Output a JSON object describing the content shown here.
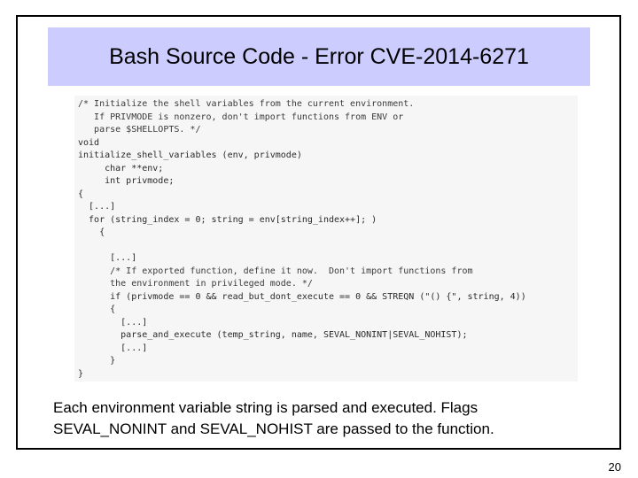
{
  "slide": {
    "title": "Bash Source Code - Error CVE-2014-6271",
    "code_lines": [
      "/* Initialize the shell variables from the current environment.",
      "   If PRIVMODE is nonzero, don't import functions from ENV or",
      "   parse $SHELLOPTS. */",
      "void",
      "initialize_shell_variables (env, privmode)",
      "     char **env;",
      "     int privmode;",
      "{",
      "  [...]",
      "  for (string_index = 0; string = env[string_index++]; )",
      "    {",
      "",
      "      [...]",
      "      /* If exported function, define it now.  Don't import functions from",
      "      the environment in privileged mode. */",
      "      if (privmode == 0 && read_but_dont_execute == 0 && STREQN (\"() {\", string, 4))",
      "      {",
      "        [...]",
      "        parse_and_execute (temp_string, name, SEVAL_NONINT|SEVAL_NOHIST);",
      "        [...]",
      "      }",
      "}"
    ],
    "body_lines": [
      "Each environment variable string is parsed and executed.  Flags",
      "SEVAL_NONINT and SEVAL_NOHIST are passed to the function."
    ],
    "page_number": "20"
  }
}
